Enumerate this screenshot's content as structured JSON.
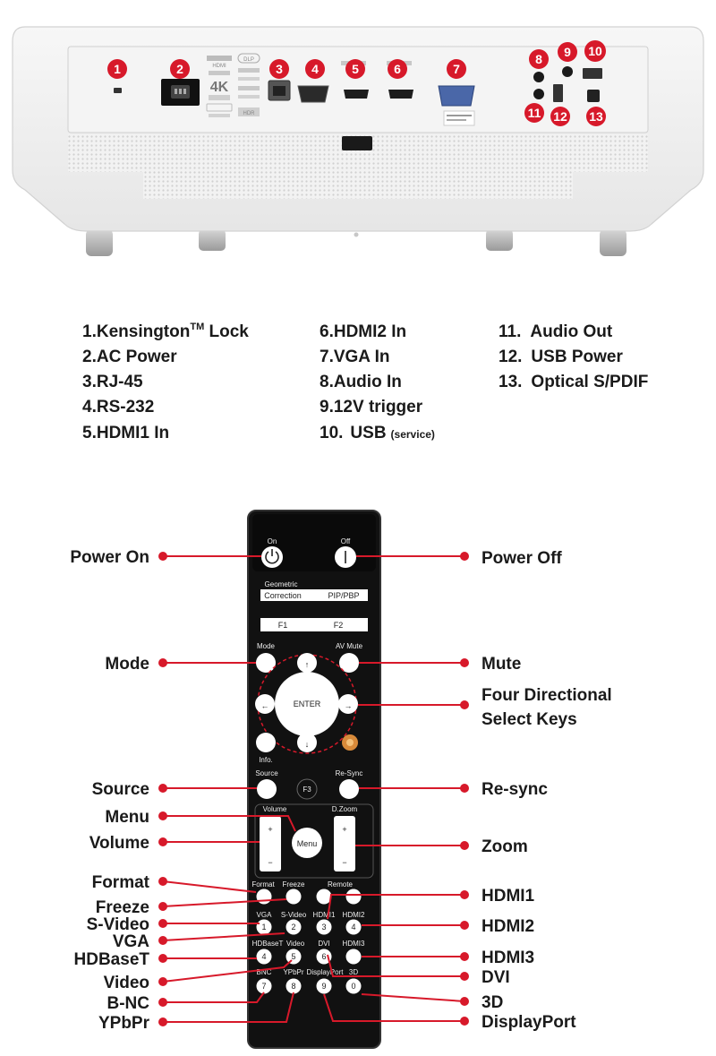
{
  "projector": {
    "ports": [
      {
        "number": "1"
      },
      {
        "number": "2"
      },
      {
        "number": "3"
      },
      {
        "number": "4"
      },
      {
        "number": "5"
      },
      {
        "number": "6"
      },
      {
        "number": "7"
      },
      {
        "number": "8"
      },
      {
        "number": "9"
      },
      {
        "number": "10"
      },
      {
        "number": "11"
      },
      {
        "number": "12"
      },
      {
        "number": "13"
      }
    ],
    "panel_marks": [
      "4K",
      "HDR",
      "DLP",
      "HDMI"
    ]
  },
  "legend": {
    "col1": [
      {
        "num": "1.",
        "label": "Kensington",
        "sup": "TM",
        "rest": " Lock"
      },
      {
        "num": "2.",
        "label": "AC Power"
      },
      {
        "num": "3.",
        "label": "RJ-45"
      },
      {
        "num": "4.",
        "label": "RS-232"
      },
      {
        "num": "5.",
        "label": "HDMI1 In"
      }
    ],
    "col2": [
      {
        "num": "6.",
        "label": "HDMI2 In"
      },
      {
        "num": "7.",
        "label": "VGA In"
      },
      {
        "num": "8.",
        "label": "Audio In"
      },
      {
        "num": "9.",
        "label": "12V trigger"
      },
      {
        "num": "10.",
        "label": "USB",
        "small": "(service)"
      }
    ],
    "col3": [
      {
        "num": "11.",
        "label": "Audio Out"
      },
      {
        "num": "12.",
        "label": "USB Power"
      },
      {
        "num": "13.",
        "label": "Optical S/PDIF"
      }
    ]
  },
  "remote": {
    "buttons": {
      "on": "On",
      "off": "Off",
      "geometric": "Geometric",
      "correction": "Correction",
      "pip": "PIP/PBP",
      "f1": "F1",
      "f2": "F2",
      "mode": "Mode",
      "av_mute": "AV Mute",
      "enter": "ENTER",
      "info": "Info.",
      "source": "Source",
      "f3": "F3",
      "resync": "Re-Sync",
      "volume": "Volume",
      "menu": "Menu",
      "dzoom": "D.Zoom",
      "format": "Format",
      "freeze": "Freeze",
      "remote": "Remote",
      "vga": "VGA",
      "svideo": "S-Video",
      "hdmi1": "HDMI1",
      "hdmi2": "HDMI2",
      "hdbaset": "HDBaseT",
      "video": "Video",
      "hdmi3": "HDMI3",
      "dvi": "DVI",
      "bnc": "BNC",
      "ypbpr": "YPbPr",
      "displayport": "DisplayPort",
      "b3d": "3D",
      "plus": "+",
      "minus": "−",
      "k1": "1",
      "k2": "2",
      "k3": "3",
      "k4": "4",
      "k5": "5",
      "k6": "6",
      "k7": "7",
      "k8": "8",
      "k9": "9",
      "k0": "0"
    },
    "callouts_left": {
      "power_on": "Power On",
      "mode": "Mode",
      "source": "Source",
      "menu": "Menu",
      "volume": "Volume",
      "format": "Format",
      "freeze": "Freeze",
      "svideo": "S-Video",
      "vga": "VGA",
      "hdbaset": "HDBaseT",
      "video": "Video",
      "bnc": "B-NC",
      "ypbpr": "YPbPr"
    },
    "callouts_right": {
      "power_off": "Power Off",
      "mute": "Mute",
      "four_dir_1": "Four Directional",
      "four_dir_2": "Select Keys",
      "resync": "Re-sync",
      "zoom": "Zoom",
      "hdmi1": "HDMI1",
      "hdmi2": "HDMI2",
      "hdmi3": "HDMI3",
      "dvi": "DVI",
      "b3d": "3D",
      "displayport": "DisplayPort"
    }
  },
  "colors": {
    "callout_red": "#d7192a",
    "remote_body": "#111111"
  }
}
